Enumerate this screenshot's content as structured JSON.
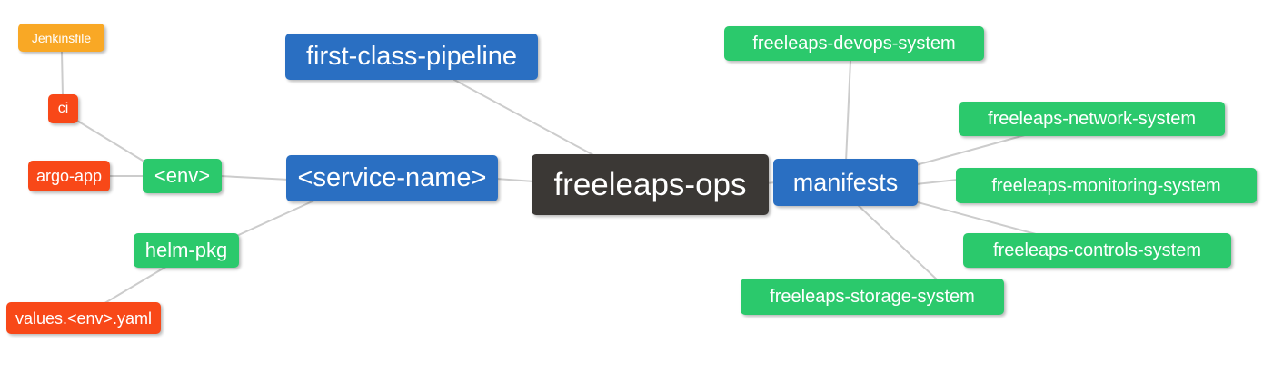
{
  "diagram": {
    "type": "mindmap",
    "root": "freeleaps_ops",
    "background": "#ffffff"
  },
  "colors": {
    "root_node": "#3b3835",
    "branch_node_blue": "#2a6fc2",
    "leaf_node_green": "#2bc96c",
    "leaf_node_red": "#f84818",
    "leaf_node_orange": "#f9a825",
    "edge_line": "#cccccc",
    "node_text": "#ffffff"
  },
  "nodes": {
    "jenkinsfile": {
      "label": "Jenkinsfile",
      "color": "#f9a825"
    },
    "ci": {
      "label": "ci",
      "color": "#f84818"
    },
    "argo_app": {
      "label": "argo-app",
      "color": "#f84818"
    },
    "env": {
      "label": "<env>",
      "color": "#2bc96c"
    },
    "helm_pkg": {
      "label": "helm-pkg",
      "color": "#2bc96c"
    },
    "values_env_yaml": {
      "label": "values.<env>.yaml",
      "color": "#f84818"
    },
    "first_class_pipeline": {
      "label": "first-class-pipeline",
      "color": "#2a6fc2"
    },
    "service_name": {
      "label": "<service-name>",
      "color": "#2a6fc2"
    },
    "freeleaps_ops": {
      "label": "freeleaps-ops",
      "color": "#3b3835"
    },
    "manifests": {
      "label": "manifests",
      "color": "#2a6fc2"
    },
    "freeleaps_devops_system": {
      "label": "freeleaps-devops-system",
      "color": "#2bc96c"
    },
    "freeleaps_network_system": {
      "label": "freeleaps-network-system",
      "color": "#2bc96c"
    },
    "freeleaps_monitoring_system": {
      "label": "freeleaps-monitoring-system",
      "color": "#2bc96c"
    },
    "freeleaps_controls_system": {
      "label": "freeleaps-controls-system",
      "color": "#2bc96c"
    },
    "freeleaps_storage_system": {
      "label": "freeleaps-storage-system",
      "color": "#2bc96c"
    }
  },
  "edges": [
    {
      "from": "jenkinsfile",
      "to": "ci"
    },
    {
      "from": "ci",
      "to": "env"
    },
    {
      "from": "argo_app",
      "to": "env"
    },
    {
      "from": "env",
      "to": "service_name"
    },
    {
      "from": "helm_pkg",
      "to": "service_name"
    },
    {
      "from": "values_env_yaml",
      "to": "helm_pkg"
    },
    {
      "from": "first_class_pipeline",
      "to": "freeleaps_ops"
    },
    {
      "from": "service_name",
      "to": "freeleaps_ops"
    },
    {
      "from": "manifests",
      "to": "freeleaps_ops"
    },
    {
      "from": "freeleaps_devops_system",
      "to": "manifests"
    },
    {
      "from": "freeleaps_network_system",
      "to": "manifests"
    },
    {
      "from": "freeleaps_monitoring_system",
      "to": "manifests"
    },
    {
      "from": "freeleaps_controls_system",
      "to": "manifests"
    },
    {
      "from": "freeleaps_storage_system",
      "to": "manifests"
    }
  ]
}
